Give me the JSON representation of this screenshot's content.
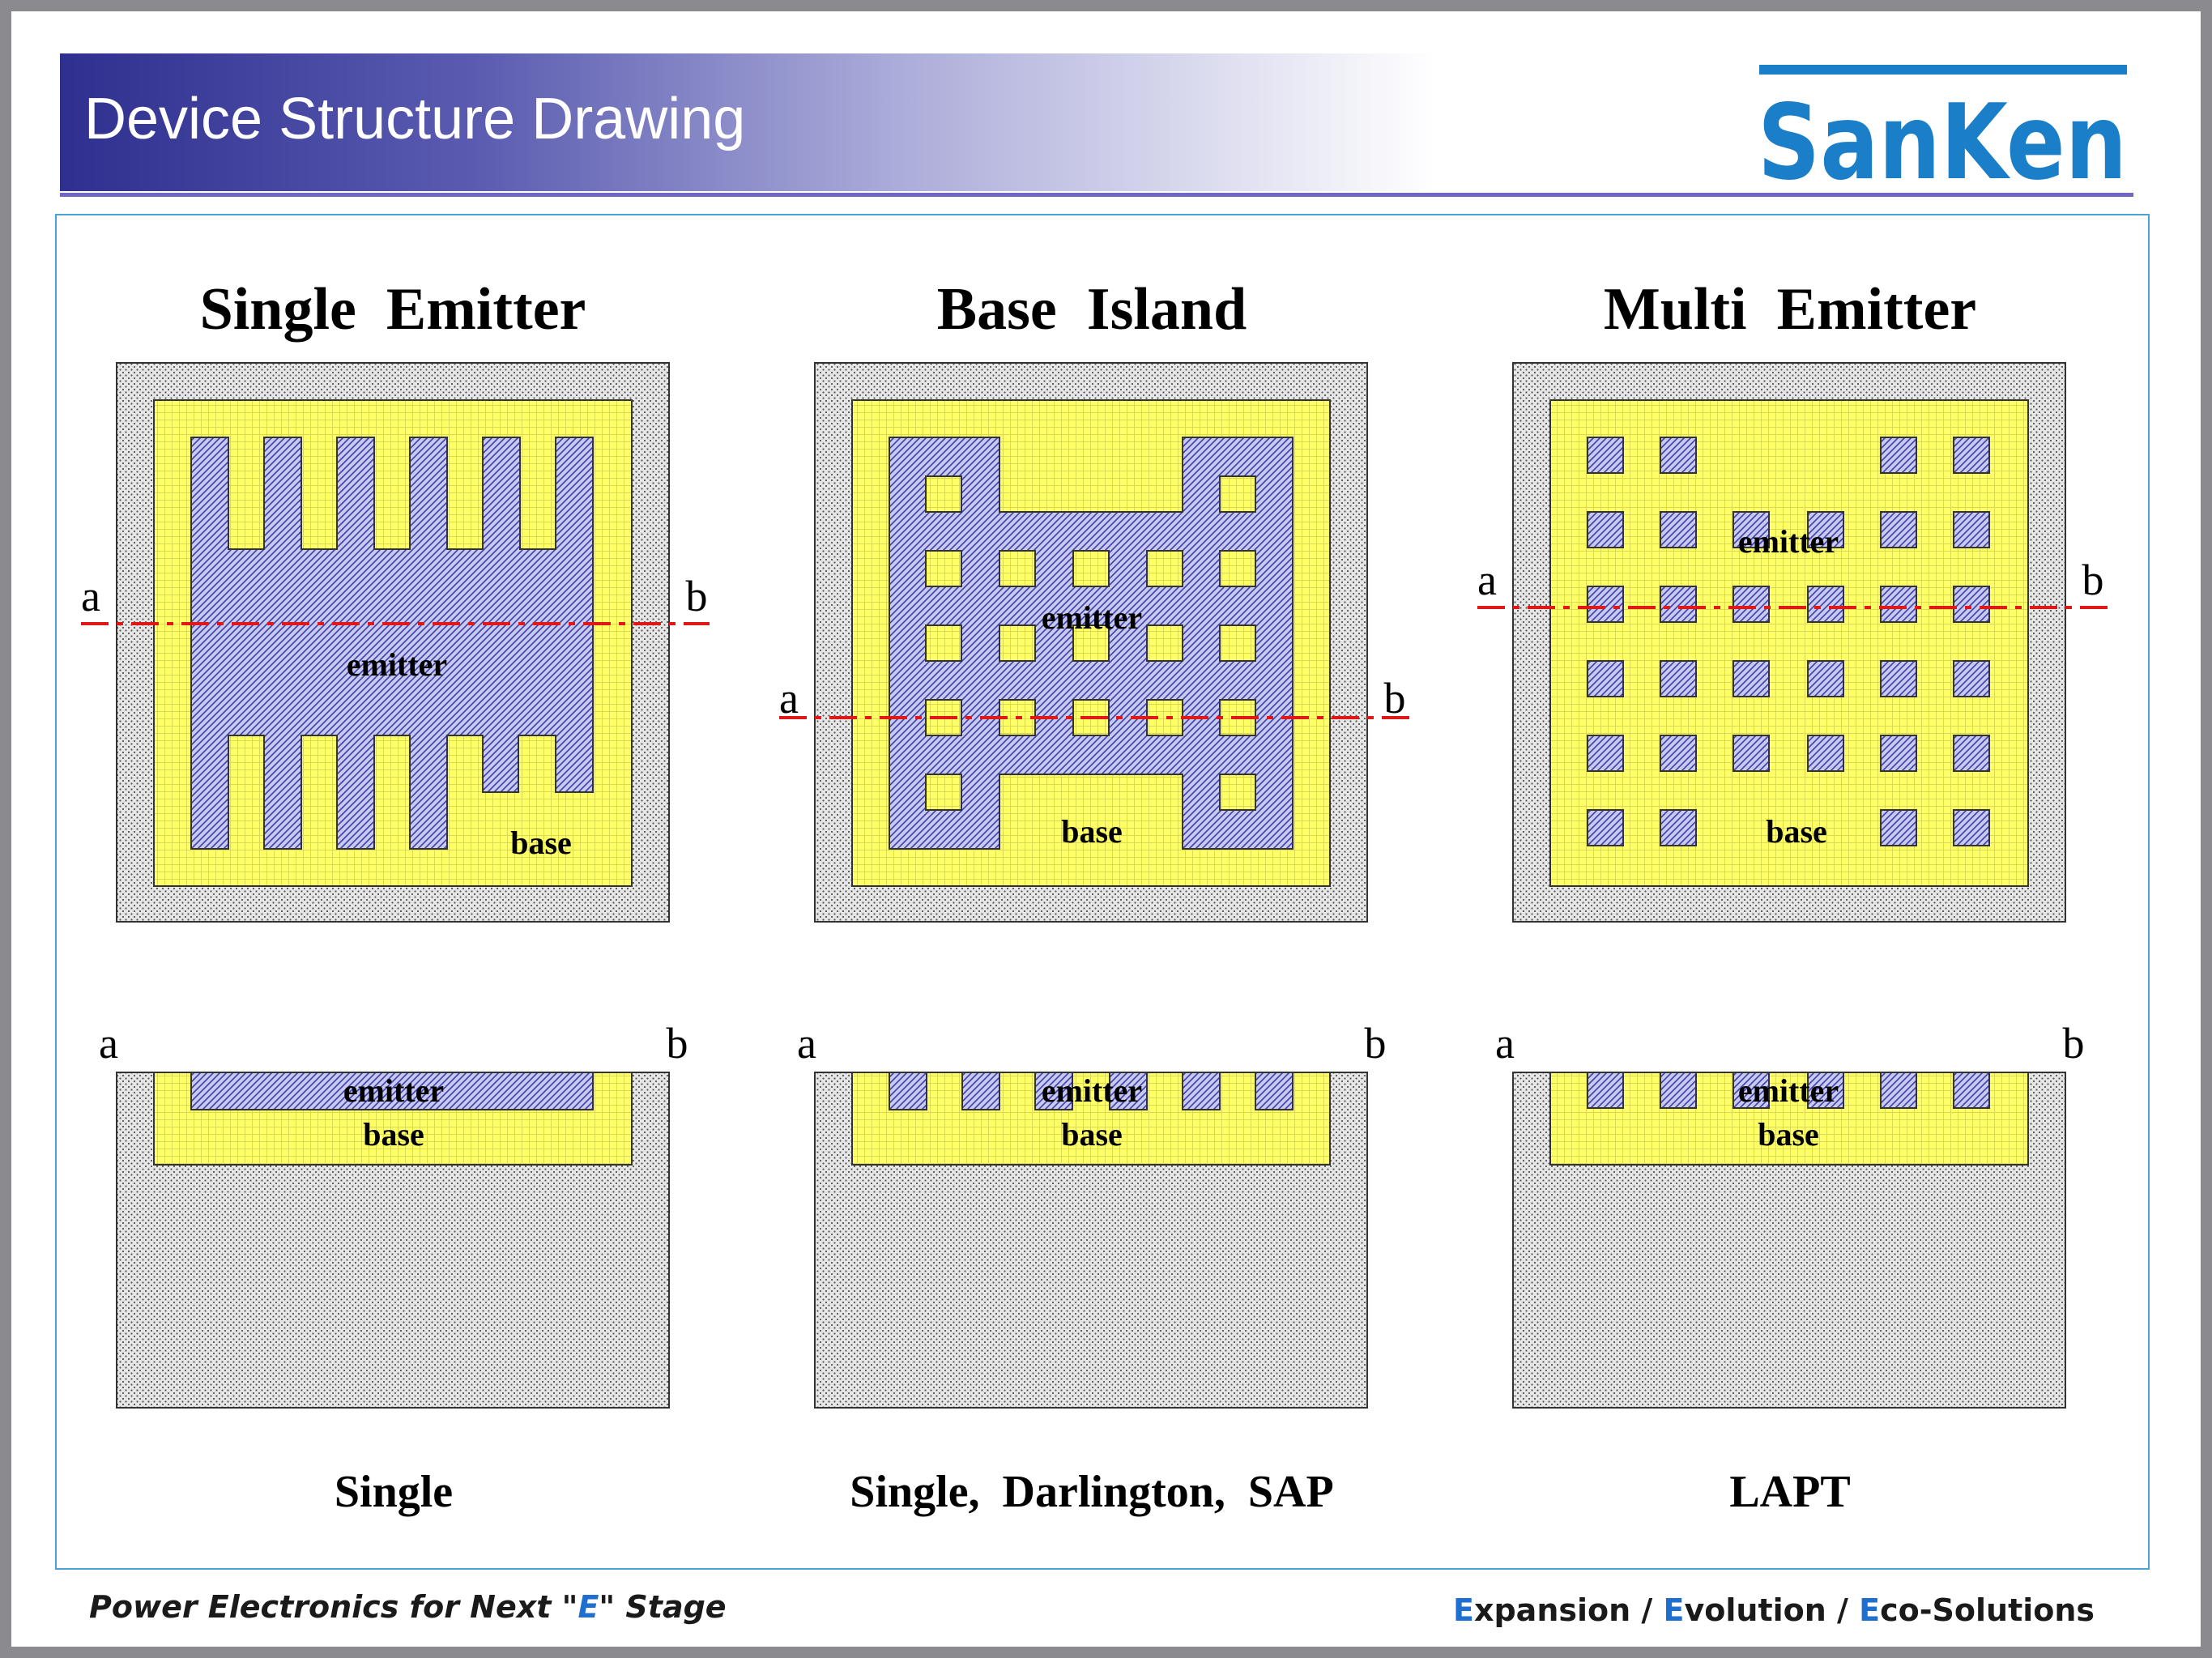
{
  "header": {
    "title": "Device Structure Drawing",
    "logo_text": "SanKen",
    "logo_color": "#1a7fc8"
  },
  "colors": {
    "base_fill": "#ffff66",
    "base_grid": "#d9d955",
    "emitter_fill": "#c9c9ee",
    "emitter_hatch": "#3a3fb0",
    "substrate_fill": "#e6e6e6",
    "substrate_dots": "#555555",
    "cut_line": "#e01818",
    "frame_border": "#4aa3d6"
  },
  "columns": [
    {
      "title": "Single  Emitter",
      "caption": "Single",
      "emitter_label": "emitter",
      "base_label": "base",
      "cut_a": "a",
      "cut_b": "b"
    },
    {
      "title": "Base  Island",
      "caption": "Single,  Darlington,  SAP",
      "emitter_label": "emitter",
      "base_label": "base",
      "cut_a": "a",
      "cut_b": "b"
    },
    {
      "title": "Multi  Emitter",
      "caption": "LAPT",
      "emitter_label": "emitter",
      "base_label": "base",
      "cut_a": "a",
      "cut_b": "b"
    }
  ],
  "footer": {
    "left_prefix": "Power Electronics for Next \"",
    "left_accent": "E",
    "left_suffix": "\" Stage",
    "right_parts": [
      {
        "accent": "E",
        "rest": "xpansion / "
      },
      {
        "accent": "E",
        "rest": "volution / "
      },
      {
        "accent": "E",
        "rest": "co-Solutions"
      }
    ]
  }
}
